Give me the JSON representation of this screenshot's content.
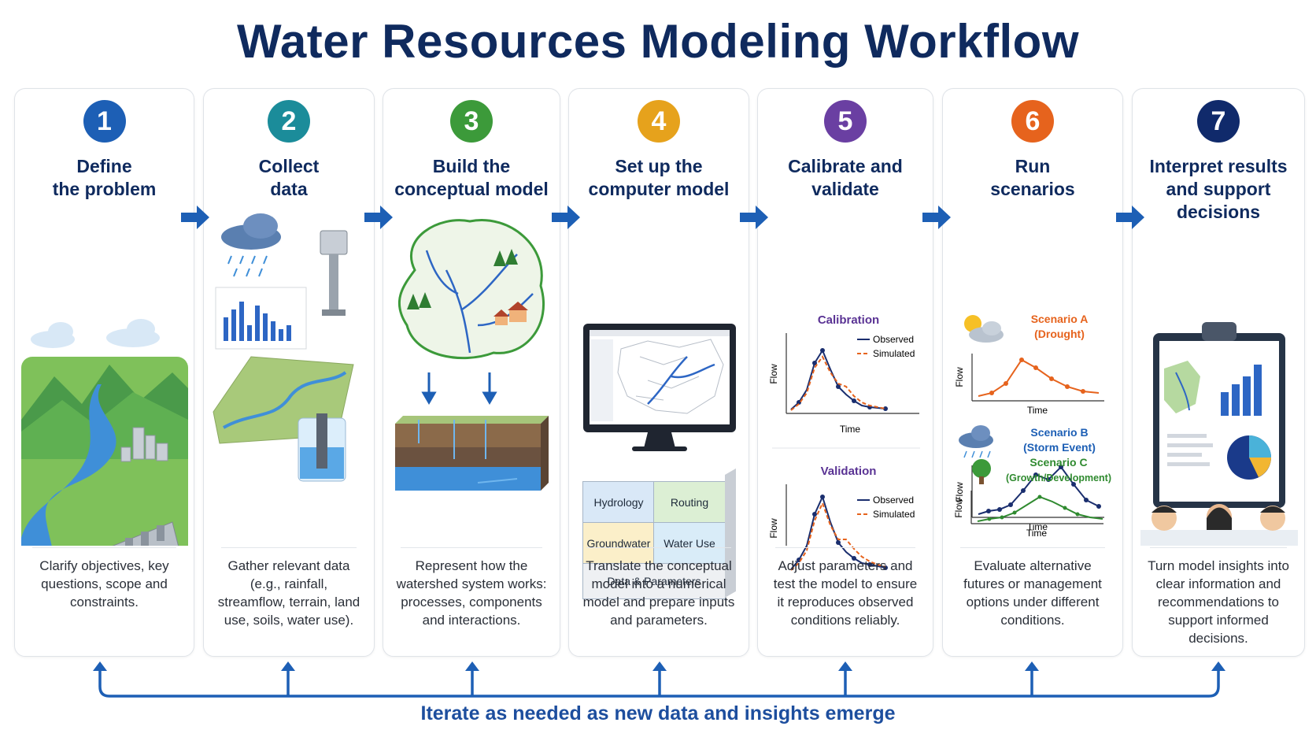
{
  "title": "Water Resources Modeling Workflow",
  "footer": "Iterate as needed as new data and insights emerge",
  "colors": {
    "navy": "#0f2a5e",
    "blue": "#1d5fb5",
    "teal": "#1b8c9a",
    "green": "#3c9a3a",
    "gold": "#e6a21c",
    "purple": "#6a3fa2",
    "orange": "#e6631d",
    "darknavy": "#102a6b"
  },
  "steps": [
    {
      "number": "1",
      "title_line1": "Define",
      "title_line2": "the problem",
      "description": "Clarify objectives, key questions, scope and constraints."
    },
    {
      "number": "2",
      "title_line1": "Collect",
      "title_line2": "data",
      "description": "Gather relevant data (e.g., rainfall, streamflow, terrain, land use, soils, water use)."
    },
    {
      "number": "3",
      "title_line1": "Build the",
      "title_line2": "conceptual model",
      "description": "Represent how the watershed system works: processes, components and interactions."
    },
    {
      "number": "4",
      "title_line1": "Set up the",
      "title_line2": "computer model",
      "description": "Translate the conceptual model into a numerical model and prepare inputs and parameters."
    },
    {
      "number": "5",
      "title_line1": "Calibrate and",
      "title_line2": "validate",
      "description": "Adjust parameters and test the model to ensure it reproduces observed conditions reliably."
    },
    {
      "number": "6",
      "title_line1": "Run",
      "title_line2": "scenarios",
      "description": "Evaluate alternative futures or management options under different conditions."
    },
    {
      "number": "7",
      "title_line1": "Interpret results",
      "title_line2": "and support",
      "title_line3": "decisions",
      "description": "Turn model insights into clear information and recommendations to support informed decisions."
    }
  ],
  "model_blocks": {
    "hydrology": "Hydrology",
    "routing": "Routing",
    "groundwater": "Groundwater",
    "water_use": "Water Use",
    "data_params": "Data & Parameters"
  },
  "calibration": {
    "calibration_label": "Calibration",
    "validation_label": "Validation",
    "observed": "Observed",
    "simulated": "Simulated",
    "y_axis": "Flow",
    "x_axis": "Time"
  },
  "scenarios": {
    "a_name": "Scenario A",
    "a_sub": "(Drought)",
    "b_name": "Scenario B",
    "b_sub": "(Storm Event)",
    "c_name": "Scenario C",
    "c_sub": "(Growth/Development)",
    "y_axis": "Flow",
    "x_axis": "Time"
  }
}
